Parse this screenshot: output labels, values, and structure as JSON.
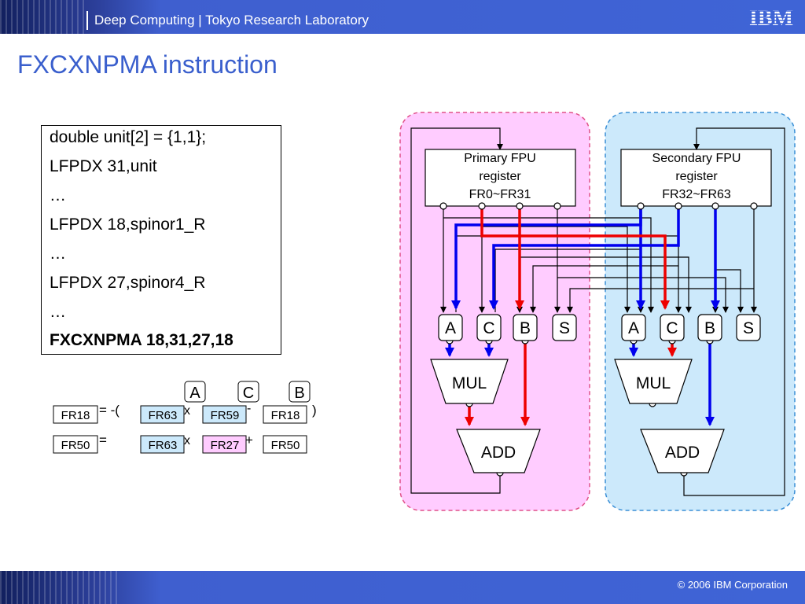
{
  "header": {
    "title": "Deep Computing | Tokyo Research Laboratory",
    "logo": "IBM"
  },
  "page_title": "FXCXNPMA instruction",
  "code_lines": [
    "double unit[2] = {1,1};",
    "LFPDX 31,unit",
    "…",
    "LFPDX 18,spinor1_R",
    "…",
    "LFPDX 27,spinor4_R",
    "…",
    "FXCXNPMA 18,31,27,18"
  ],
  "equation": {
    "labels": {
      "a": "A",
      "c": "C",
      "b": "B"
    },
    "row1": {
      "dest": "FR18",
      "op_eq": "= -(",
      "a": "FR63",
      "times": "x",
      "c": "FR59",
      "minus": "-",
      "b": "FR18",
      "close": ")"
    },
    "row2": {
      "dest": "FR50",
      "op_eq": "=",
      "a": "FR63",
      "times": "x",
      "c": "FR27",
      "plus": "+",
      "b": "FR50"
    }
  },
  "primary": {
    "register_lines": [
      "Primary FPU",
      "register",
      "FR0~FR31"
    ],
    "ports": [
      "A",
      "C",
      "B",
      "S"
    ],
    "mul": "MUL",
    "add": "ADD"
  },
  "secondary": {
    "register_lines": [
      "Secondary FPU",
      "register",
      "FR32~FR63"
    ],
    "ports": [
      "A",
      "C",
      "B",
      "S"
    ],
    "mul": "MUL",
    "add": "ADD"
  },
  "colors": {
    "accent": "#3a5fcd",
    "primary_bg": "#ffccff",
    "secondary_bg": "#cce9fb",
    "blue_path": "#0000ee",
    "red_path": "#ee0000",
    "blue_reg": "#cce9fb",
    "pink_reg": "#ffccff"
  },
  "footer": {
    "copyright": "© 2006 IBM Corporation"
  }
}
